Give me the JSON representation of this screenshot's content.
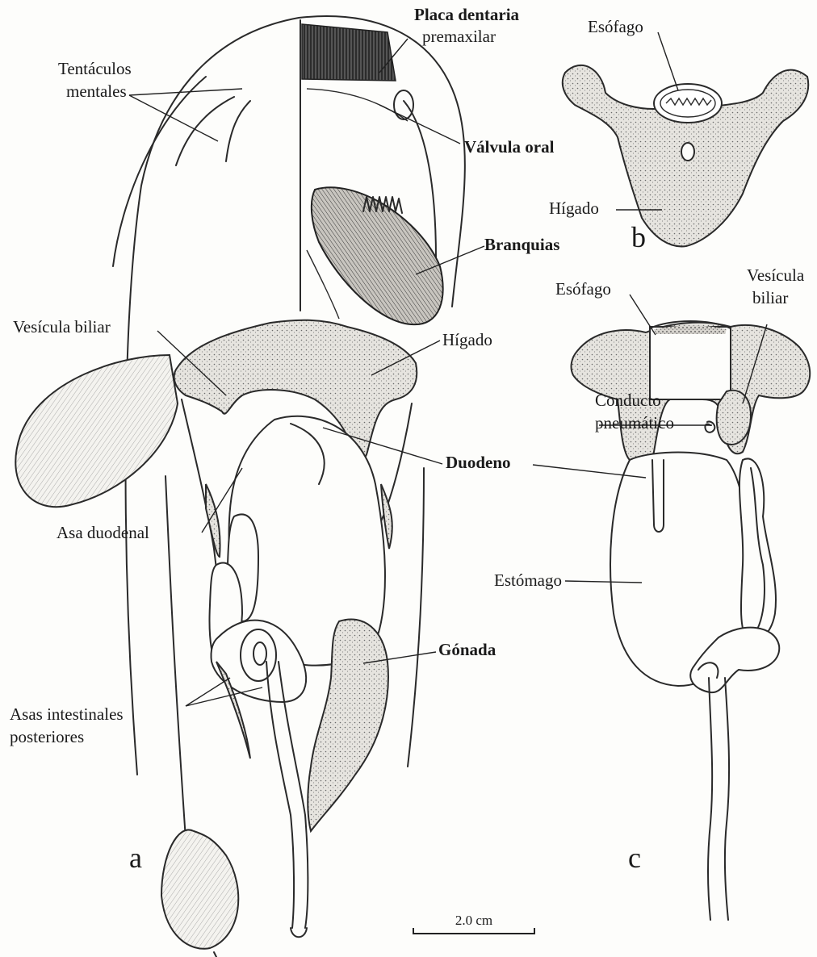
{
  "panels": {
    "a": "a",
    "b": "b",
    "c": "c"
  },
  "labels": {
    "placa_dentaria_1": "Placa dentaria",
    "placa_dentaria_2": "premaxilar",
    "tentaculos_1": "Tentáculos",
    "tentaculos_2": "mentales",
    "valvula_oral": "Válvula oral",
    "branquias": "Branquias",
    "vesicula_biliar_a": "Vesícula biliar",
    "higado_a": "Hígado",
    "duodeno_a": "Duodeno",
    "asa_duodenal": "Asa duodenal",
    "gonada": "Gónada",
    "asas_intestinales_1": "Asas intestinales",
    "asas_intestinales_2": "posteriores",
    "esofago_b": "Esófago",
    "higado_b": "Hígado",
    "esofago_c": "Esófago",
    "vesicula_c_1": "Vesícula",
    "vesicula_c_2": "biliar",
    "conducto_1": "Conducto",
    "conducto_2": "pneumático",
    "estomago": "Estómago"
  },
  "scale_bar": {
    "label": "2.0 cm"
  }
}
